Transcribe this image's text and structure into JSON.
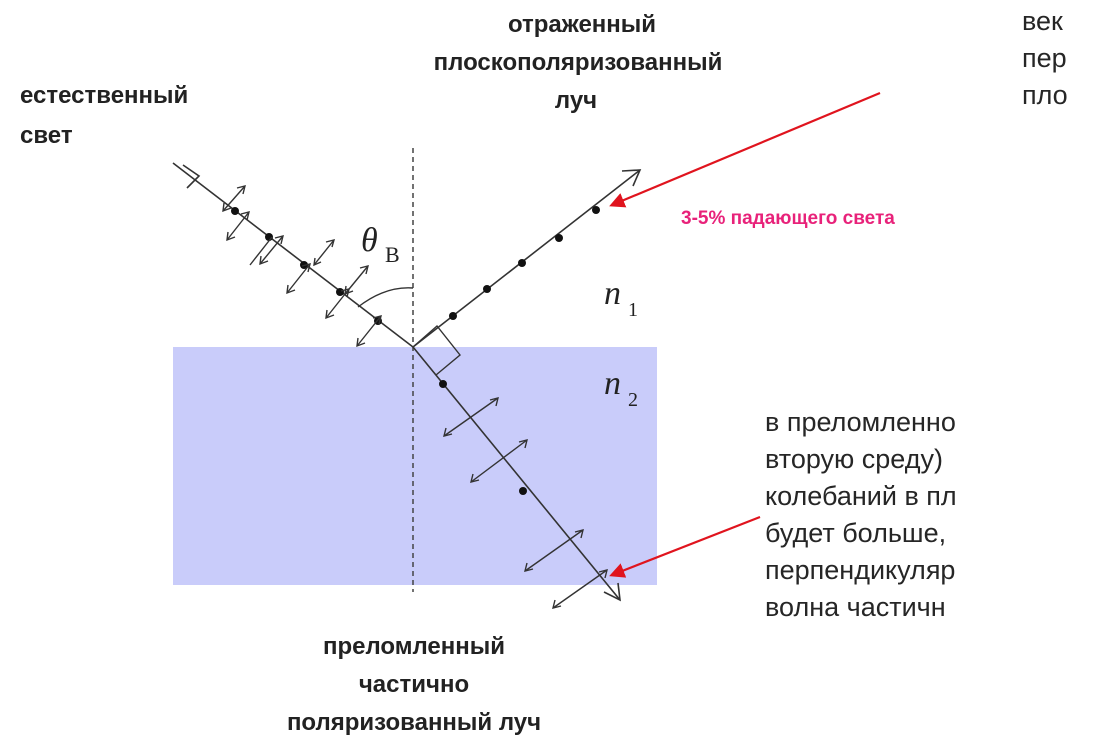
{
  "labels": {
    "natural_light": [
      "естественный",
      "свет"
    ],
    "reflected_ray": [
      "отраженный",
      "плоскополяризованный",
      "луч"
    ],
    "refracted_ray": [
      "преломленный",
      "частично",
      "поляризованный луч"
    ],
    "percent_note": "3-5% падающего света",
    "angle_symbol": "θ",
    "angle_subscript": "B",
    "n1_symbol": "n",
    "n1_sub": "1",
    "n2_symbol": "n",
    "n2_sub": "2"
  },
  "text_right_top": [
    "век",
    "пер",
    "пло"
  ],
  "text_right_bottom": [
    "в преломленно",
    "вторую среду)",
    "колебаний в пл",
    "будет больше,",
    "перпендикуляр",
    "волна частичн"
  ],
  "colors": {
    "medium_fill": "#c9ccfa",
    "arrow_red": "#e0141e",
    "note_pink": "#e8227a",
    "ray": "#333333"
  }
}
